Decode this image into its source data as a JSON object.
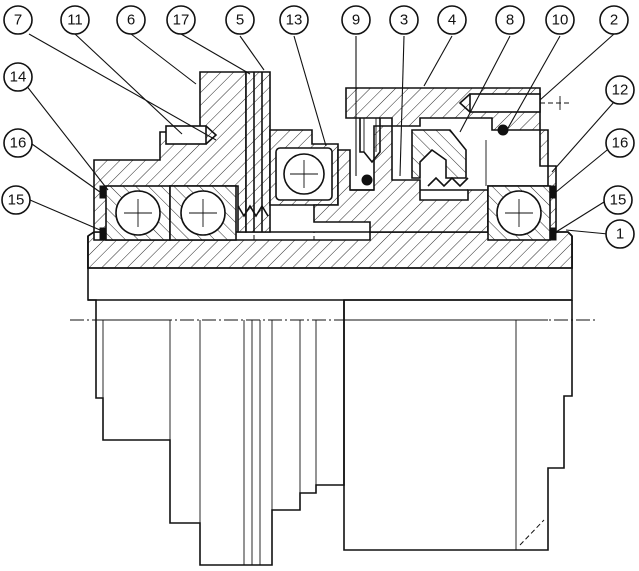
{
  "callouts": [
    {
      "id": "7",
      "label": "7"
    },
    {
      "id": "11",
      "label": "11"
    },
    {
      "id": "6",
      "label": "6"
    },
    {
      "id": "17",
      "label": "17"
    },
    {
      "id": "5",
      "label": "5"
    },
    {
      "id": "13",
      "label": "13"
    },
    {
      "id": "9",
      "label": "9"
    },
    {
      "id": "3",
      "label": "3"
    },
    {
      "id": "4",
      "label": "4"
    },
    {
      "id": "8",
      "label": "8"
    },
    {
      "id": "10",
      "label": "10"
    },
    {
      "id": "2",
      "label": "2"
    },
    {
      "id": "14",
      "label": "14"
    },
    {
      "id": "12",
      "label": "12"
    },
    {
      "id": "16a",
      "label": "16"
    },
    {
      "id": "16b",
      "label": "16"
    },
    {
      "id": "15a",
      "label": "15"
    },
    {
      "id": "15b",
      "label": "15"
    },
    {
      "id": "1",
      "label": "1"
    }
  ]
}
